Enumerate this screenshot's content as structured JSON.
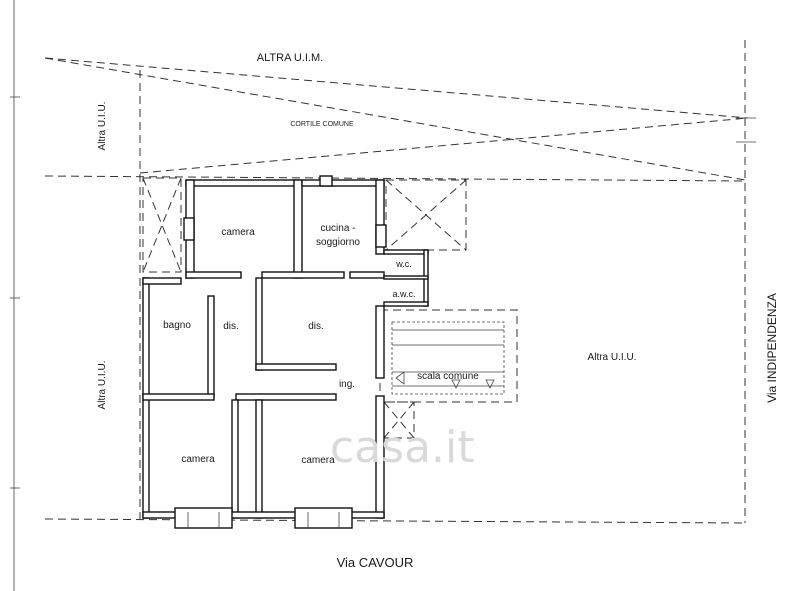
{
  "labels": {
    "top_neighbor": "ALTRA U.I.M.",
    "courtyard": "CORTILE COMUNE",
    "left_neighbor_top": "Altra U.I.U.",
    "left_neighbor_bottom": "Altra U.I.U.",
    "right_neighbor": "Altra U.I.U.",
    "street_bottom": "Via CAVOUR",
    "street_right": "Via INDIPENDENZA"
  },
  "rooms": {
    "camera_top": "camera",
    "cucina_line1": "cucina -",
    "cucina_line2": "soggiorno",
    "wc": "w.c.",
    "awc": "a.w.c.",
    "bagno": "bagno",
    "dis_left": "dis.",
    "dis_center": "dis.",
    "ingresso": "ing.",
    "scala": "scala comune",
    "camera_bottom_left": "camera",
    "camera_bottom_right": "camera"
  },
  "watermark": "casa.it",
  "colors": {
    "line": "#111111",
    "watermark": "#d9d9d9",
    "background": "#ffffff"
  }
}
